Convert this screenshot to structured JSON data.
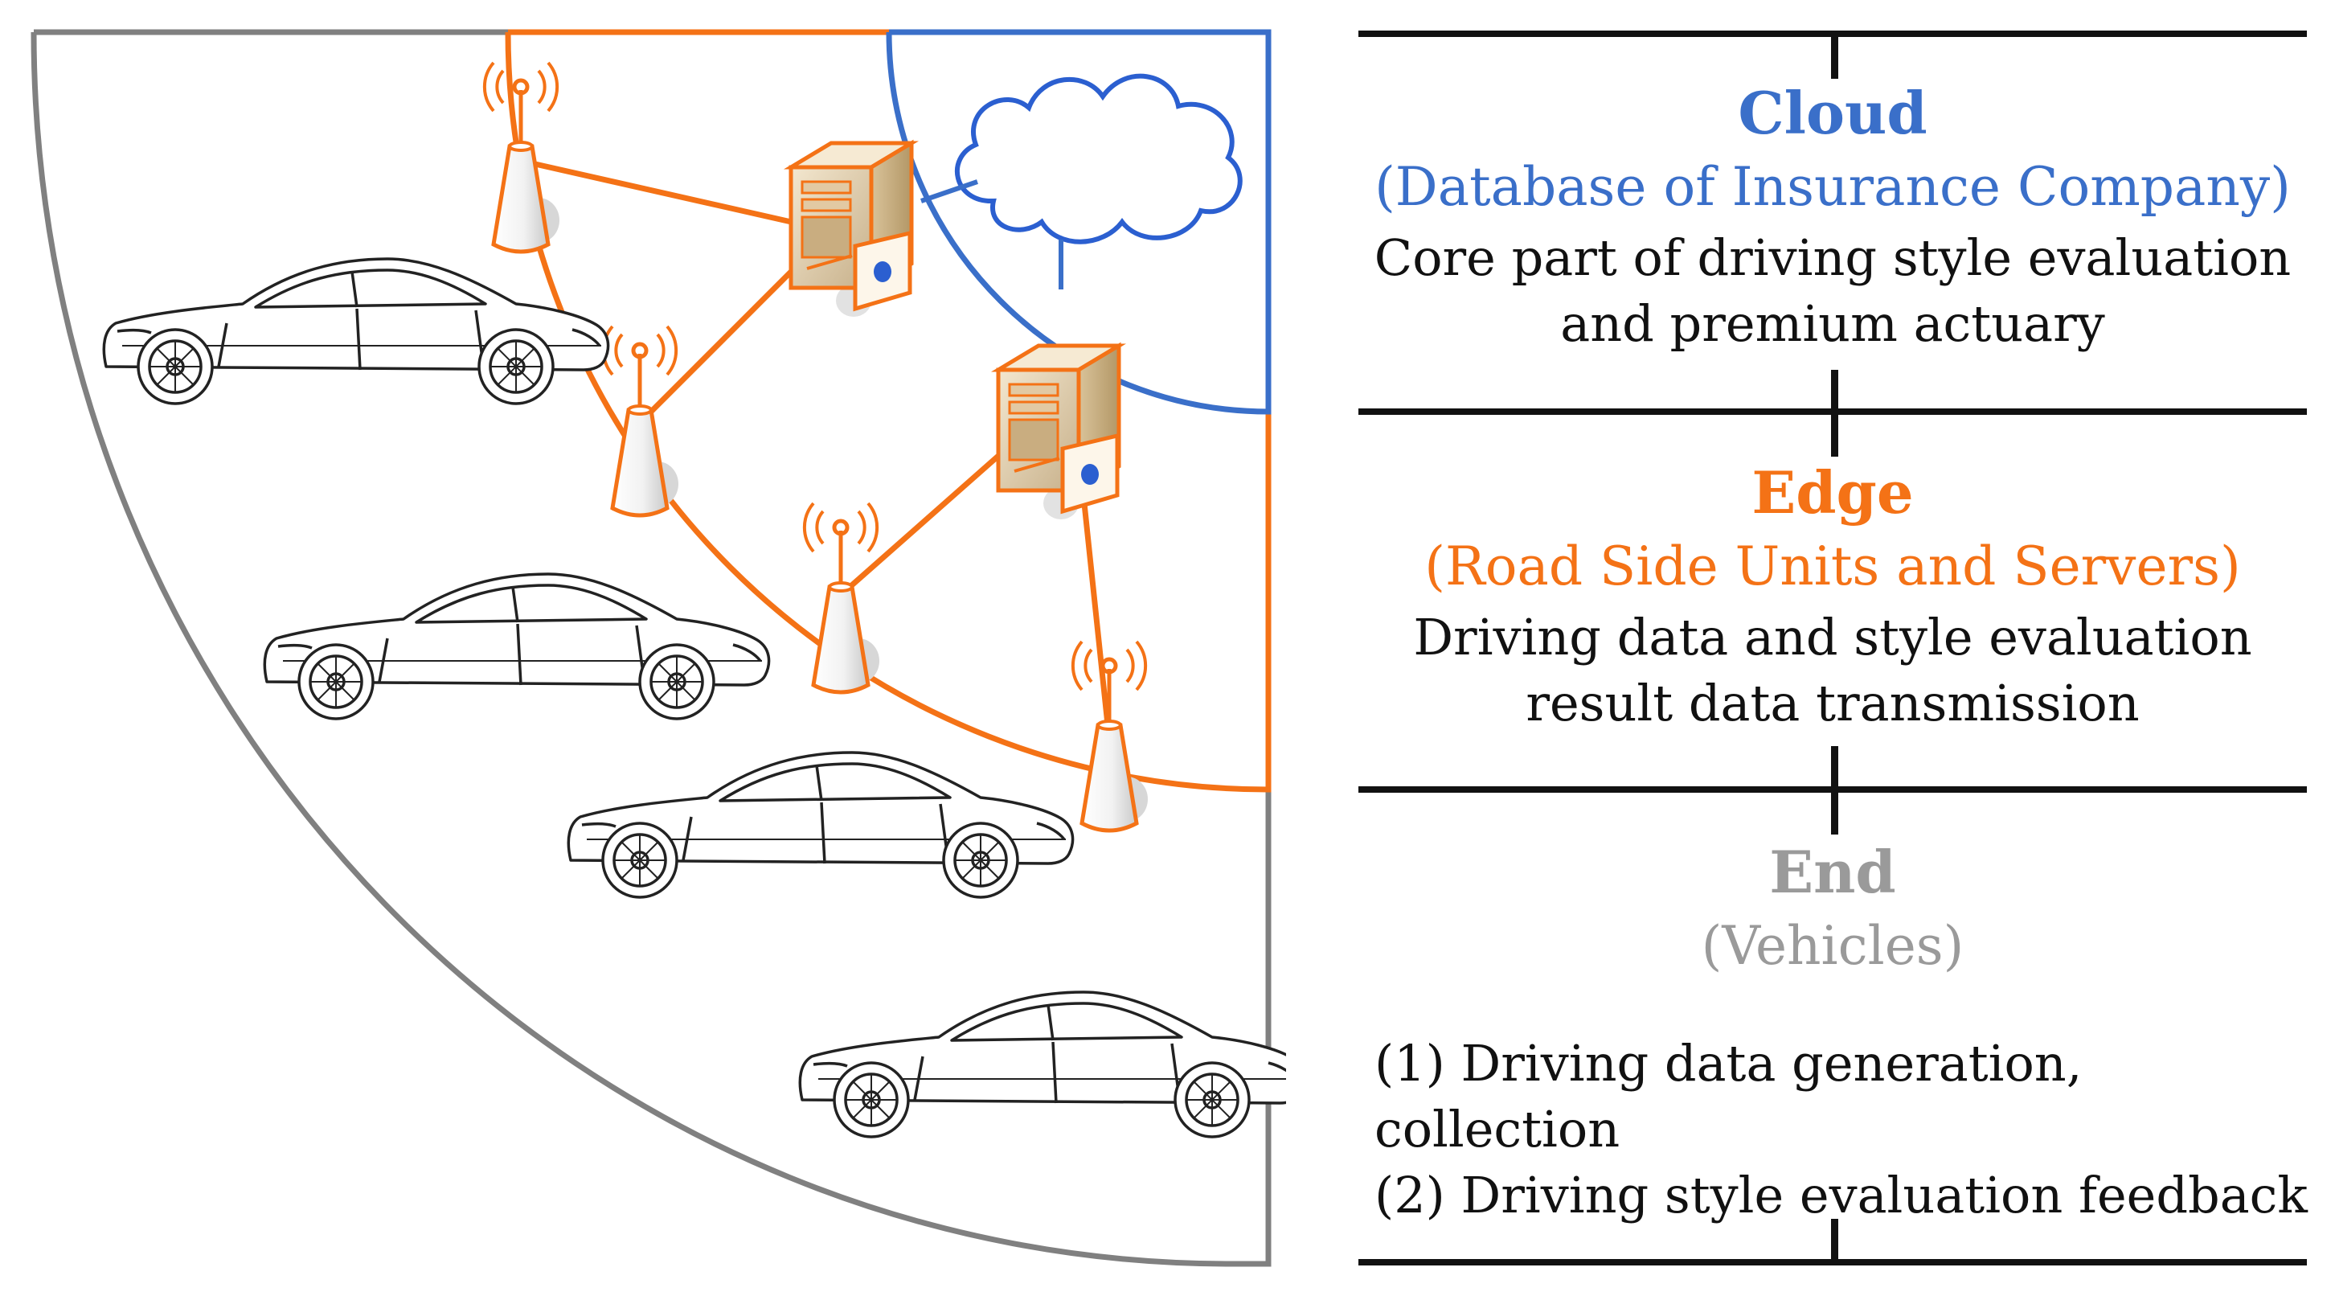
{
  "layers": {
    "cloud": {
      "title": "Cloud",
      "subtitle": "(Database of Insurance Company)",
      "desc_line1": "Core part of driving style evaluation",
      "desc_line2": "and premium actuary",
      "color": "#3a6fc9"
    },
    "edge": {
      "title": "Edge",
      "subtitle": "(Road Side Units and Servers)",
      "desc_line1": "Driving data and style evaluation",
      "desc_line2": "result data transmission",
      "color": "#f47216"
    },
    "end": {
      "title": "End",
      "subtitle": "(Vehicles)",
      "items": [
        "(1) Driving data generation, collection",
        "(2) Driving style evaluation feedback"
      ],
      "color": "#9a9a9a"
    }
  },
  "icons": {
    "cloud": "cloud-icon",
    "server": "server-icon",
    "rsu": "road-side-unit-icon",
    "vehicle": "car-icon"
  }
}
